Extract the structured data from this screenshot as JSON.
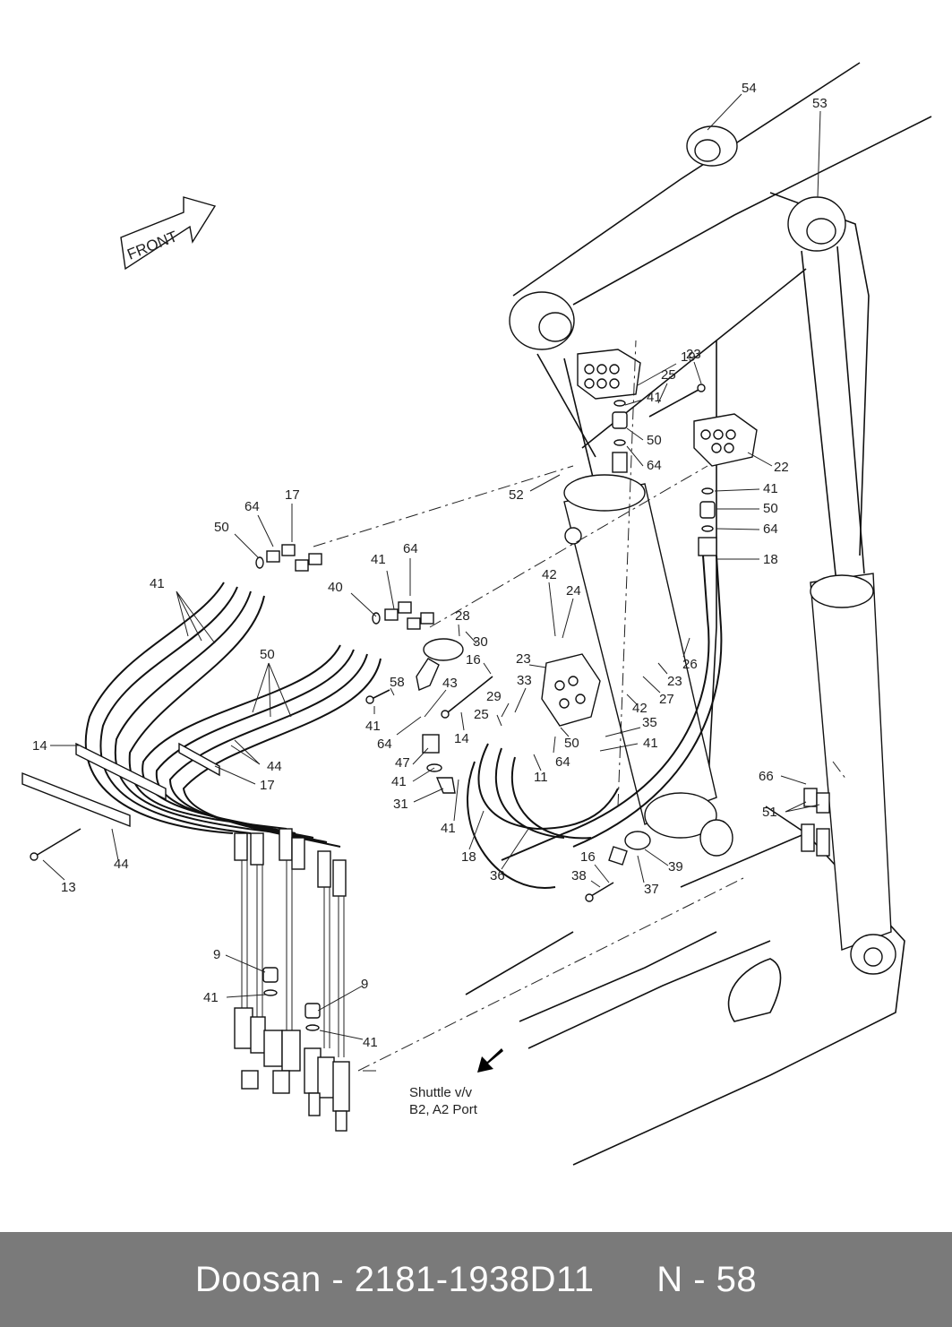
{
  "diagram": {
    "front_label": "FRONT",
    "note": {
      "line1": "Shuttle v/v",
      "line2": "B2, A2 Port"
    },
    "part_labels": [
      "54",
      "53",
      "19",
      "23",
      "25",
      "41",
      "50",
      "64",
      "22",
      "52",
      "41",
      "50",
      "64",
      "18",
      "41",
      "50",
      "64",
      "17",
      "50",
      "41",
      "64",
      "40",
      "28",
      "30",
      "42",
      "24",
      "23",
      "16",
      "58",
      "43",
      "33",
      "29",
      "41",
      "64",
      "25",
      "14",
      "26",
      "23",
      "27",
      "42",
      "35",
      "41",
      "50",
      "64",
      "11",
      "14",
      "44",
      "17",
      "47",
      "41",
      "31",
      "41",
      "18",
      "36",
      "16",
      "38",
      "37",
      "39",
      "66",
      "51",
      "44",
      "13",
      "9",
      "41",
      "9",
      "41"
    ]
  },
  "footer": {
    "brand": "Doosan",
    "separator": " - ",
    "part_number": "2181-1938D11",
    "page_ref": "N - 58"
  }
}
